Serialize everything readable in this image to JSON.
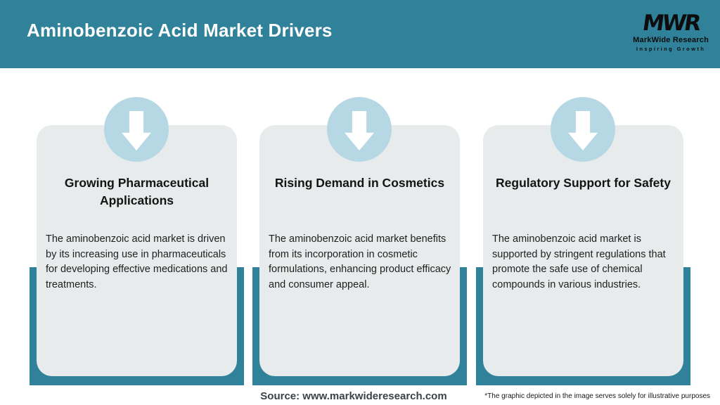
{
  "header": {
    "title": "Aminobenzoic Acid Market Drivers"
  },
  "logo": {
    "monogram": "MWR",
    "name": "MarkWide Research",
    "tagline": "Inspiring Growth"
  },
  "cards": [
    {
      "icon": "arrow-down-icon",
      "title": "Growing Pharmaceutical\nApplications",
      "body": "The aminobenzoic acid market is driven\nby its increasing use in pharmaceuticals\nfor developing effective medications and\ntreatments."
    },
    {
      "icon": "arrow-down-icon",
      "title": "Rising Demand in Cosmetics",
      "body": "The aminobenzoic acid market benefits\nfrom its incorporation in cosmetic\nformulations, enhancing product efficacy\nand consumer appeal."
    },
    {
      "icon": "arrow-down-icon",
      "title": "Regulatory Support for Safety",
      "body": "The aminobenzoic acid market is\nsupported by stringent regulations that\npromote the safe use of chemical\ncompounds in various industries."
    }
  ],
  "footer": {
    "source": "Source: www.markwideresearch.com",
    "disclaimer": "*The graphic depicted in the image serves solely for illustrative purposes"
  },
  "colors": {
    "teal": "#2f8299",
    "light_blue": "#b6d8e5",
    "card_gray": "#e8ebec",
    "header_text": "#ffffff"
  }
}
